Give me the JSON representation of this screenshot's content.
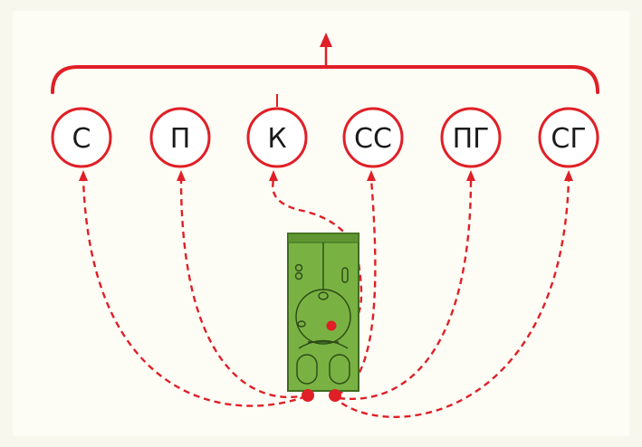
{
  "colors": {
    "background": "#f7f7ee",
    "panel": "#fdfdf6",
    "accent_red": "#e01f26",
    "device_green": "#79b243",
    "device_dark": "#4f7d2a",
    "label_text": "#1a1a1a"
  },
  "nodes": [
    {
      "id": "s",
      "label": "С"
    },
    {
      "id": "p",
      "label": "П"
    },
    {
      "id": "k",
      "label": "К"
    },
    {
      "id": "ss",
      "label": "СС"
    },
    {
      "id": "pg",
      "label": "ПГ"
    },
    {
      "id": "sg",
      "label": "СГ"
    }
  ]
}
